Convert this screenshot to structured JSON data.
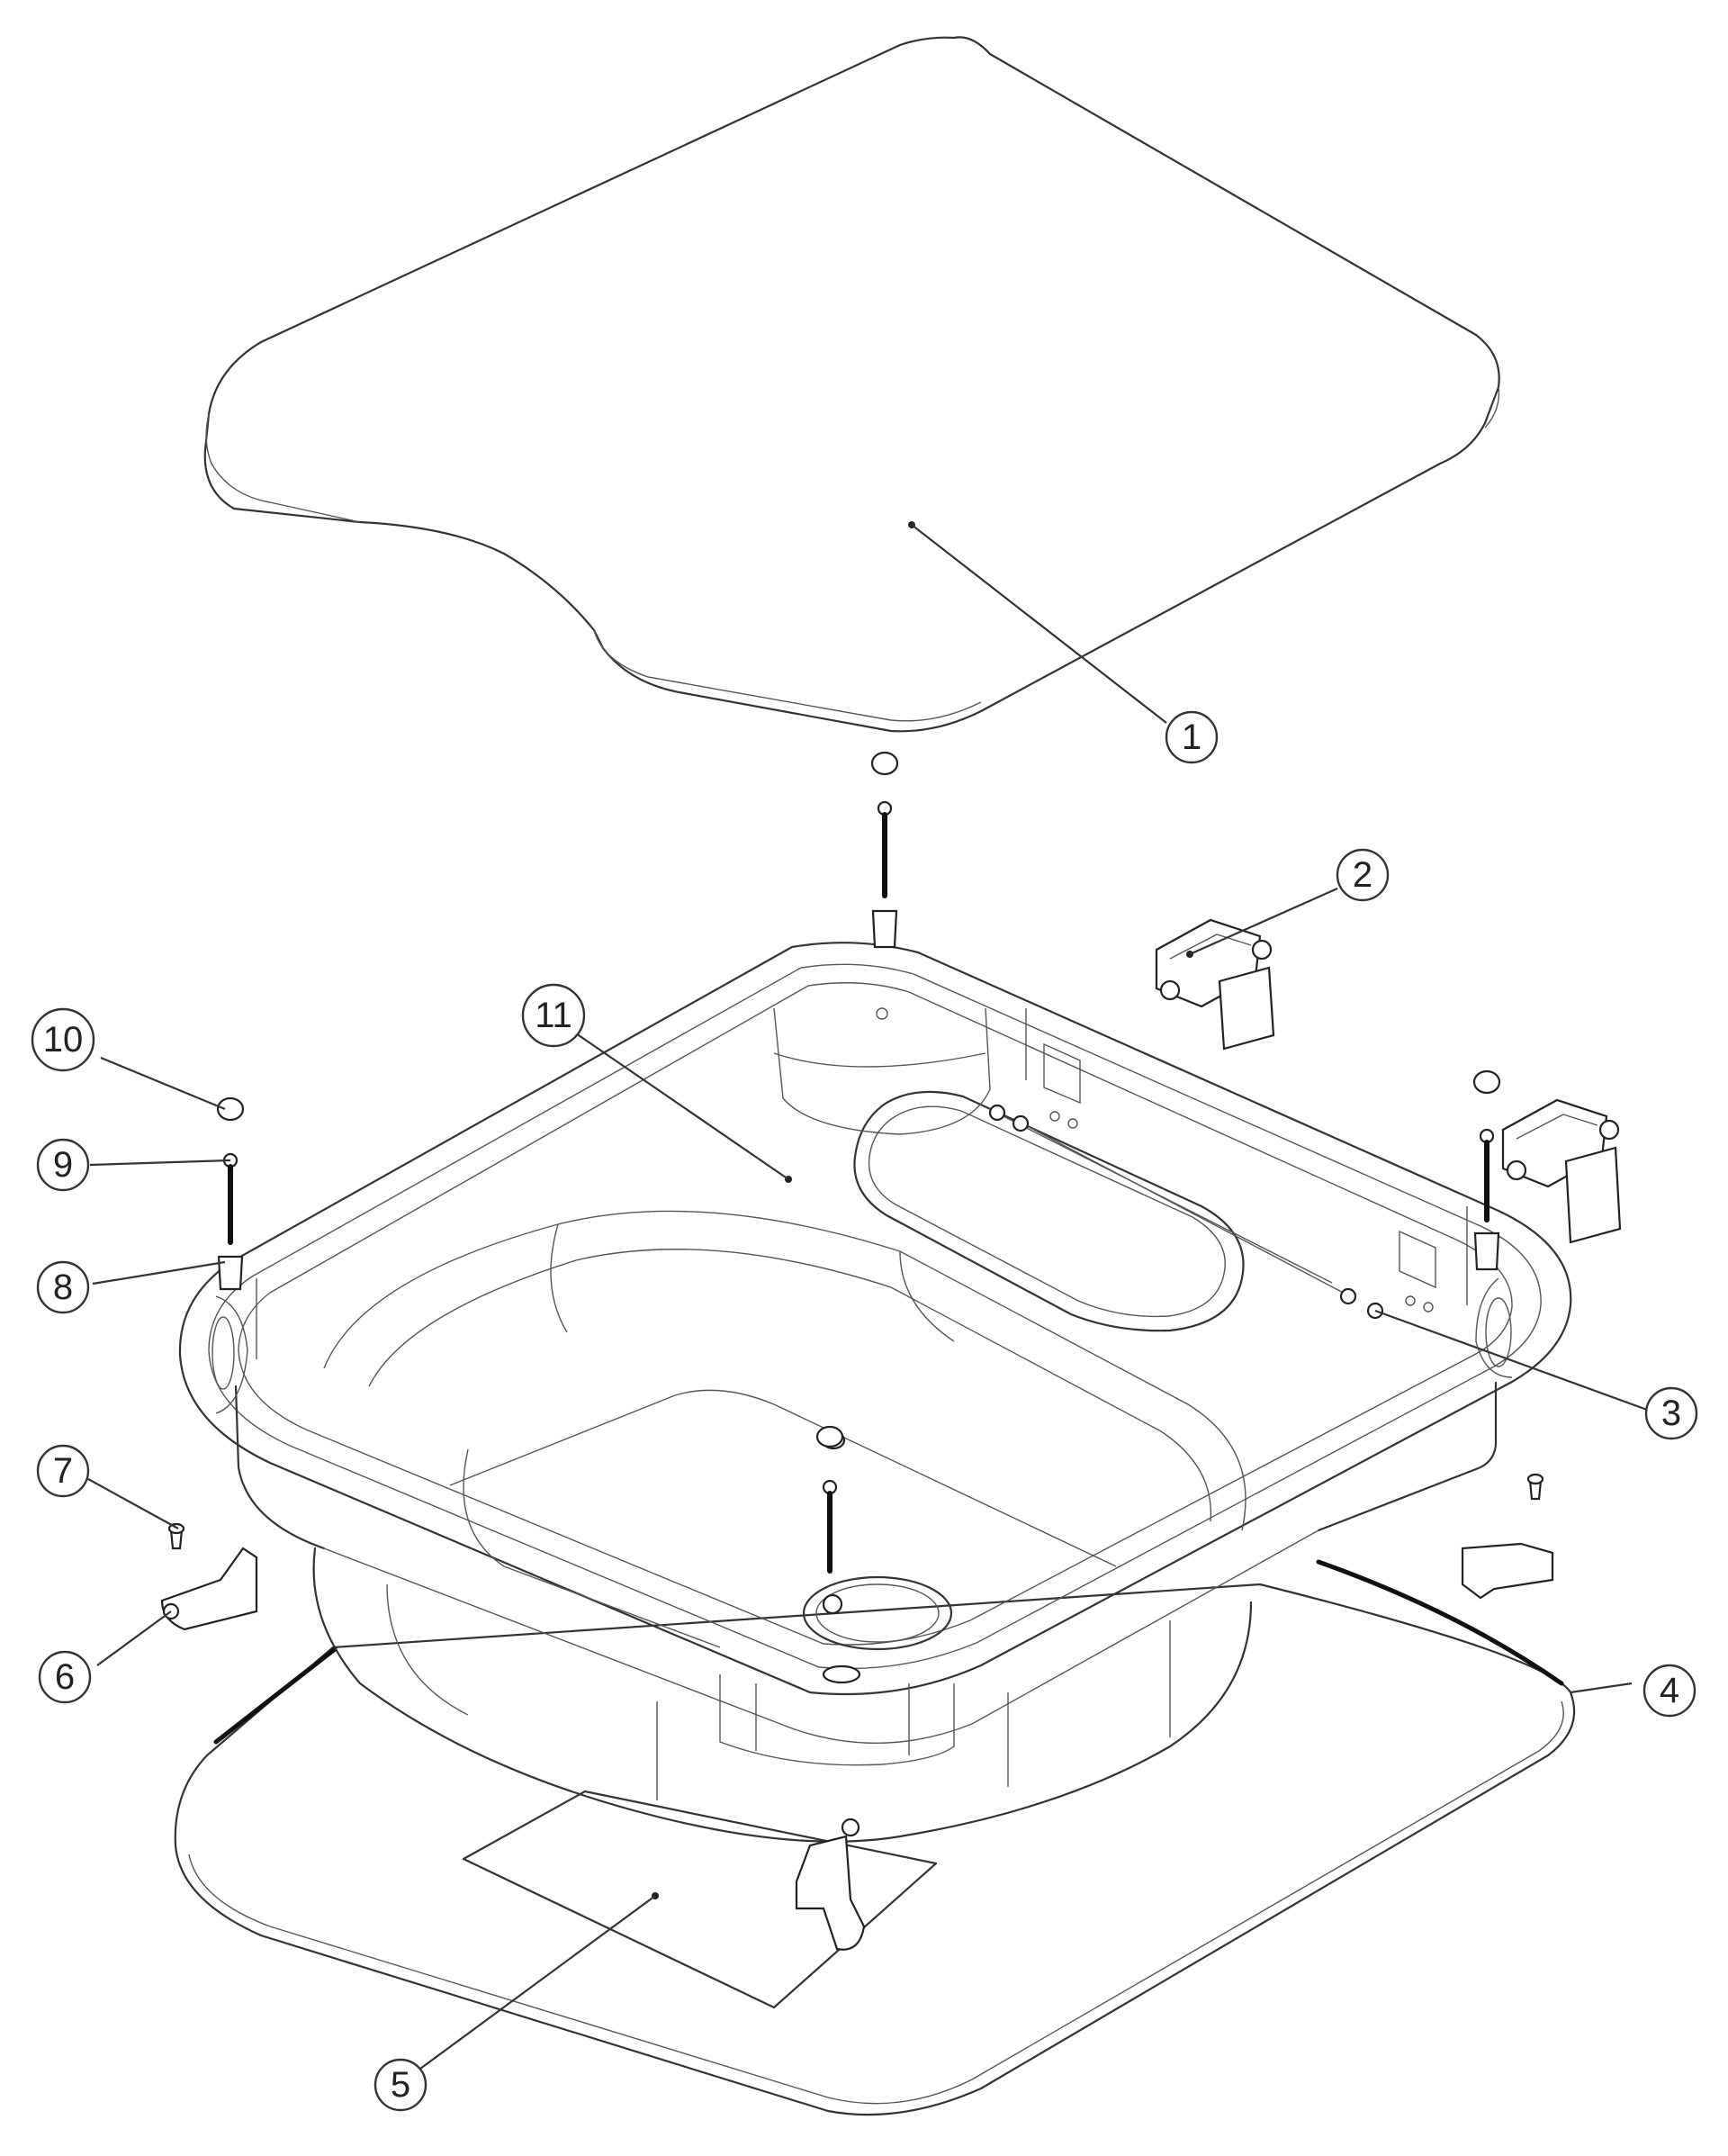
{
  "balloons": [
    {
      "id": "1",
      "label": "1"
    },
    {
      "id": "2",
      "label": "2"
    },
    {
      "id": "3",
      "label": "3"
    },
    {
      "id": "4",
      "label": "4"
    },
    {
      "id": "5",
      "label": "5"
    },
    {
      "id": "6",
      "label": "6"
    },
    {
      "id": "7",
      "label": "7"
    },
    {
      "id": "8",
      "label": "8"
    },
    {
      "id": "9",
      "label": "9"
    },
    {
      "id": "10",
      "label": "10"
    },
    {
      "id": "11",
      "label": "11"
    }
  ]
}
